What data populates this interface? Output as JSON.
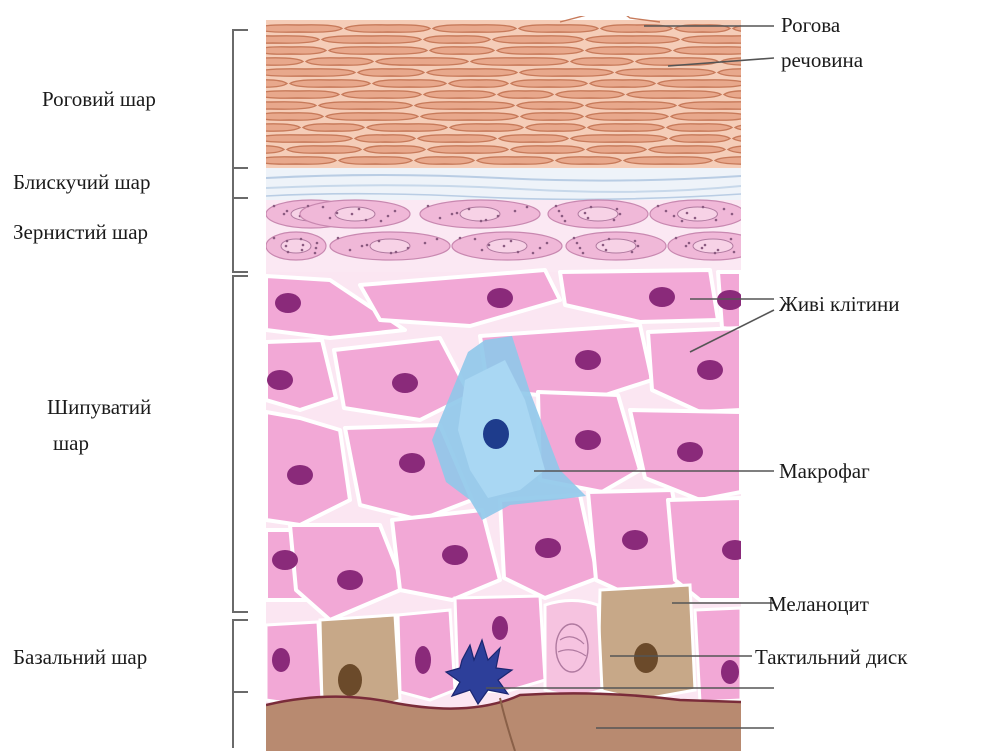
{
  "diagram": {
    "layers": {
      "stratum_corneum": "Роговий шар",
      "stratum_lucidum": "Блискучий шар",
      "stratum_granulosum": "Зернистий шар",
      "stratum_spinosum_line1": "Шипуватий",
      "stratum_spinosum_line2": "шар",
      "stratum_basale": "Базальний шар"
    },
    "callouts": {
      "keratin_line1": "Рогова",
      "keratin_line2": "речовина",
      "living_cells": "Живі клітини",
      "macrophage": "Макрофаг",
      "melanocyte": "Меланоцит",
      "tactile_disc": "Тактильний диск"
    },
    "colors": {
      "keratin": "#e8a88c",
      "keratin_stroke": "#c77a5a",
      "lucidum": "#d9e6f2",
      "granular_cell": "#f0b8d8",
      "spinous_cell": "#f2a8d6",
      "cell_border": "#ffffff",
      "nucleus": "#8a2a7a",
      "macrophage": "#8fc8ea",
      "macrophage_nucleus": "#1e3c8c",
      "melanocyte": "#7a2c3a",
      "basal_brown": "#c7a888",
      "dermis": "#b88a70",
      "bracket": "#6a6a6a"
    }
  }
}
